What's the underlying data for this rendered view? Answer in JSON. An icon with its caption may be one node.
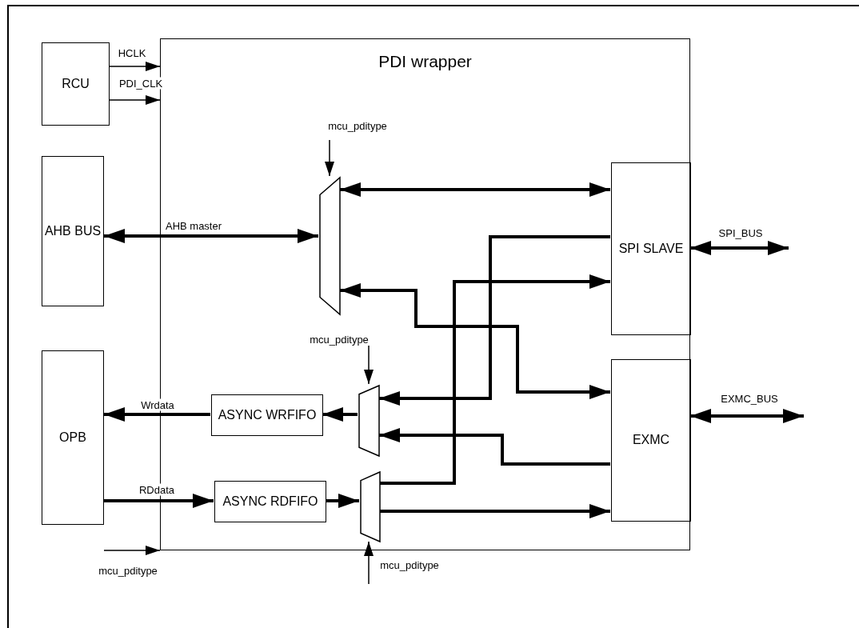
{
  "diagram": {
    "nodes": [
      {
        "text": [
          "RCU"
        ]
      },
      {
        "text": [
          "AHB BUS"
        ]
      },
      {
        "text": [
          "OPB"
        ]
      },
      {
        "text": [
          "PDI wrapper"
        ]
      },
      {
        "text": [],
        "shape": "trapezoid",
        "in": 3
      },
      {
        "text": [
          "SPI SLAVE"
        ],
        "in": 3
      },
      {
        "text": [
          "ASYNC WRFIFO"
        ],
        "in": 3
      },
      {
        "text": [],
        "shape": "trapezoid",
        "in": 3
      },
      {
        "text": [
          "EXMC"
        ],
        "in": 3
      },
      {
        "text": [
          "ASYNC RDFIFO"
        ],
        "in": 3
      },
      {
        "text": [],
        "shape": "trapezoid",
        "in": 3
      }
    ],
    "edges": [
      {
        "from": 0,
        "to": 3,
        "arrow": "to",
        "label": "HCLK"
      },
      {
        "from": 0,
        "to": 3,
        "arrow": "to",
        "label": "PDI_CLK"
      },
      {
        "from": 1,
        "to": 4,
        "arrow": "both",
        "label": "AHB master"
      },
      {
        "from": 4,
        "to": 5,
        "arrow": "both"
      },
      {
        "from": 5,
        "to": 7,
        "arrow": "to"
      },
      {
        "from": 10,
        "to": 5,
        "arrow": "to"
      },
      {
        "from": 4,
        "to": 8,
        "arrow": "both"
      },
      {
        "from": 8,
        "to": 7,
        "arrow": "to"
      },
      {
        "from": 10,
        "to": 8,
        "arrow": "to"
      },
      {
        "from": 7,
        "to": 6,
        "arrow": "to"
      },
      {
        "from": 6,
        "to": 2,
        "arrow": "to",
        "label": "Wrdata"
      },
      {
        "from": 2,
        "to": 9,
        "arrow": "to",
        "label": "RDdata"
      },
      {
        "from": 9,
        "to": 10,
        "arrow": "to"
      },
      {
        "from": 5,
        "to": null,
        "arrow": "both",
        "label": "SPI_BUS"
      },
      {
        "from": 8,
        "to": null,
        "arrow": "both",
        "label": "EXMC_BUS"
      },
      {
        "from": null,
        "to": 4,
        "arrow": "to",
        "label": "mcu_pditype"
      },
      {
        "from": null,
        "to": 7,
        "arrow": "to",
        "label": "mcu_pditype"
      },
      {
        "from": null,
        "to": 3,
        "arrow": "to",
        "label": "mcu_pditype"
      },
      {
        "from": null,
        "to": 10,
        "arrow": "to",
        "label": "mcu_pditype"
      }
    ]
  }
}
